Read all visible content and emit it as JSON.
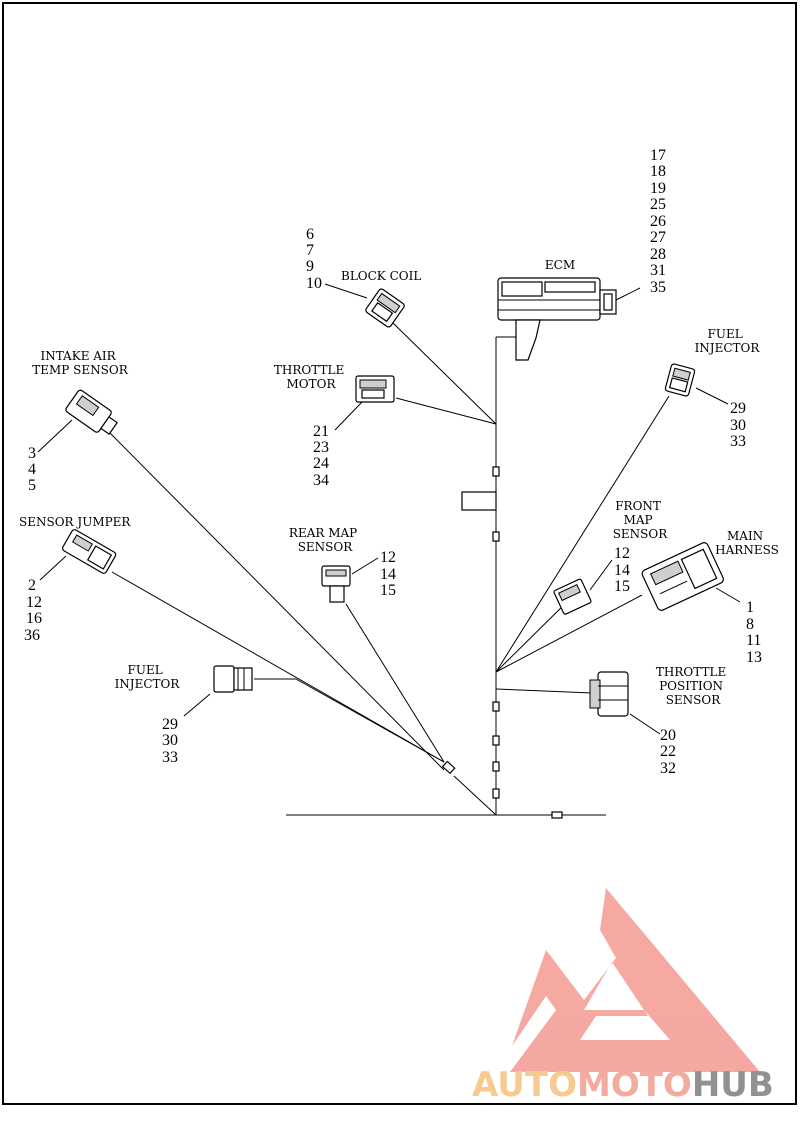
{
  "components": {
    "ecm": {
      "label": [
        "ECM"
      ],
      "callouts": [
        "17",
        "18",
        "19",
        "25",
        "26",
        "27",
        "28",
        "31",
        "35"
      ]
    },
    "block_coil": {
      "label": [
        "BLOCK COIL"
      ],
      "callouts": [
        "6",
        "7",
        "9",
        "10"
      ]
    },
    "throttle_motor": {
      "label": [
        "THROTTLE",
        "MOTOR"
      ],
      "callouts": [
        "21",
        "23",
        "24",
        "34"
      ]
    },
    "intake_air_temp_sensor": {
      "label": [
        "INTAKE AIR",
        "TEMP SENSOR"
      ],
      "callouts": [
        "3",
        "4",
        "5"
      ]
    },
    "sensor_jumper": {
      "label": [
        "SENSOR JUMPER"
      ],
      "callouts": [
        "2",
        "12",
        "16",
        "36"
      ]
    },
    "rear_map_sensor": {
      "label": [
        "REAR MAP",
        "SENSOR"
      ],
      "callouts": [
        "12",
        "14",
        "15"
      ]
    },
    "fuel_injector_left": {
      "label": [
        "FUEL",
        "INJECTOR"
      ],
      "callouts": [
        "29",
        "30",
        "33"
      ]
    },
    "fuel_injector_right": {
      "label": [
        "FUEL",
        "INJECTOR"
      ],
      "callouts": [
        "29",
        "30",
        "33"
      ]
    },
    "front_map_sensor": {
      "label": [
        "FRONT",
        "MAP",
        "SENSOR"
      ],
      "callouts": [
        "12",
        "14",
        "15"
      ]
    },
    "main_harness": {
      "label": [
        "MAIN",
        "HARNESS"
      ],
      "callouts": [
        "1",
        "8",
        "11",
        "13"
      ]
    },
    "throttle_position_sensor": {
      "label": [
        "THROTTLE",
        "POSITION",
        "SENSOR"
      ],
      "callouts": [
        "20",
        "22",
        "32"
      ]
    }
  },
  "watermark": {
    "text_auto": "AUTO",
    "text_moto": "MOTO",
    "text_hub": "HUB",
    "colors": {
      "logo": "#f4a49c",
      "auto": "#f7c98a",
      "moto": "#f3a79a",
      "hub": "#8c8c8c"
    }
  }
}
